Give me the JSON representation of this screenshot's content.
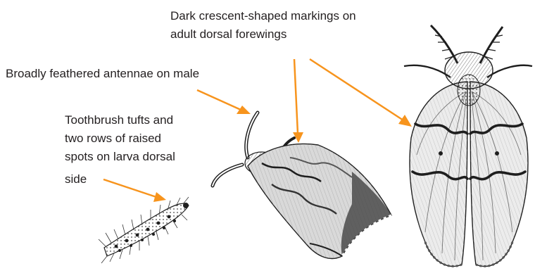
{
  "labels": {
    "crescent_line1": "Dark crescent-shaped markings on",
    "crescent_line2": "adult dorsal forewings",
    "antennae": "Broadly feathered antennae on male",
    "larva_line1": "Toothbrush tufts and",
    "larva_line2": "two rows of raised",
    "larva_line3": "spots on larva dorsal",
    "larva_line4": "side"
  },
  "colors": {
    "arrow": "#f7941d",
    "text": "#231f20",
    "ink": "#1e1e1e",
    "wing_light": "#e8e8e8",
    "wing_mid": "#bdbdbd",
    "wing_dark": "#6b6b6b"
  }
}
